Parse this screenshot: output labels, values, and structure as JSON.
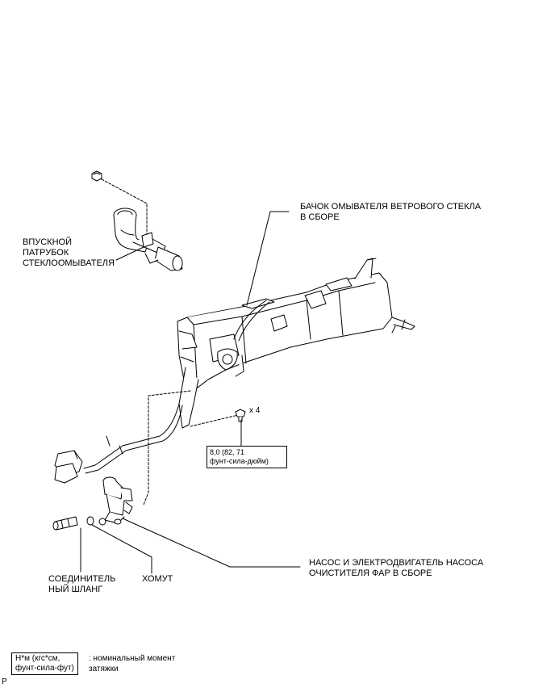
{
  "labels": {
    "tank": "БАЧОК ОМЫВАТЕЛЯ ВЕТРОВОГО СТЕКЛА\nВ СБОРЕ",
    "inlet": "ВПУСКНОЙ\nПАТРУБОК\nСТЕКЛООМЫВАТЕЛЯ",
    "pump": "НАСОС И ЭЛЕКТРОДВИГАТЕЛЬ НАСОСА\nОЧИСТИТЕЛЯ ФАР В СБОРЕ",
    "hose": "СОЕДИНИТЕЛЬ\nНЫЙ ШЛАНГ",
    "clamp": "ХОМУТ",
    "qty": "x 4",
    "torque": "8,0 (82, 71\nфунт-сила-дюйм)"
  },
  "legend": {
    "unit": "Н*м (кгс*см,\nфунт-сила-фут)",
    "desc": ": номинальный момент\nзатяжки"
  },
  "corner_mark": "P"
}
